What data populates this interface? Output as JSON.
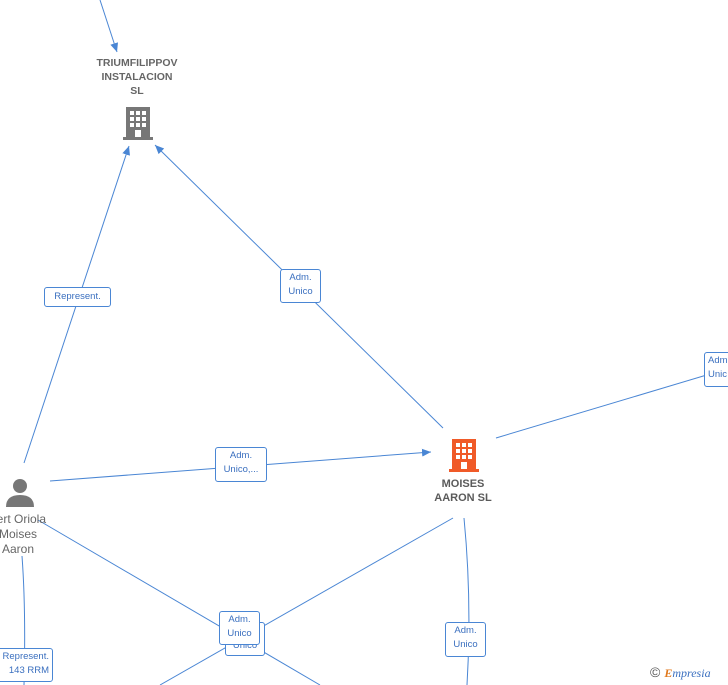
{
  "nodes": {
    "triumfilippov": {
      "label": "TRIUMFILIPPOV\nINSTALACION\nSL",
      "icon": "building-icon",
      "color": "#777777"
    },
    "moises_aaron": {
      "label": "MOISES\nAARON  SL",
      "icon": "building-icon",
      "color": "#f05a28"
    },
    "person": {
      "label": "bert Oriola\nMoises\nAaron",
      "icon": "person-icon",
      "color": "#777777"
    }
  },
  "relations": {
    "represent_top": "Represent.",
    "adm_unico_mid": "Adm.\nUnico",
    "adm_unico_person": "Adm.\nUnico,...",
    "adm_unico_right": "Adm.\nUnic",
    "represent_bottom": "Represent.\n143 RRM",
    "adm_unico_lower_back": "Unico",
    "adm_unico_lower": "Adm.\nUnico",
    "adm_unico_bottom_right": "Adm.\nUnico"
  },
  "brand": {
    "copyright": "©",
    "initial": "E",
    "rest": "mpresia"
  },
  "colors": {
    "edge": "#4a86d4",
    "company_focus": "#f05a28",
    "company": "#777777"
  }
}
